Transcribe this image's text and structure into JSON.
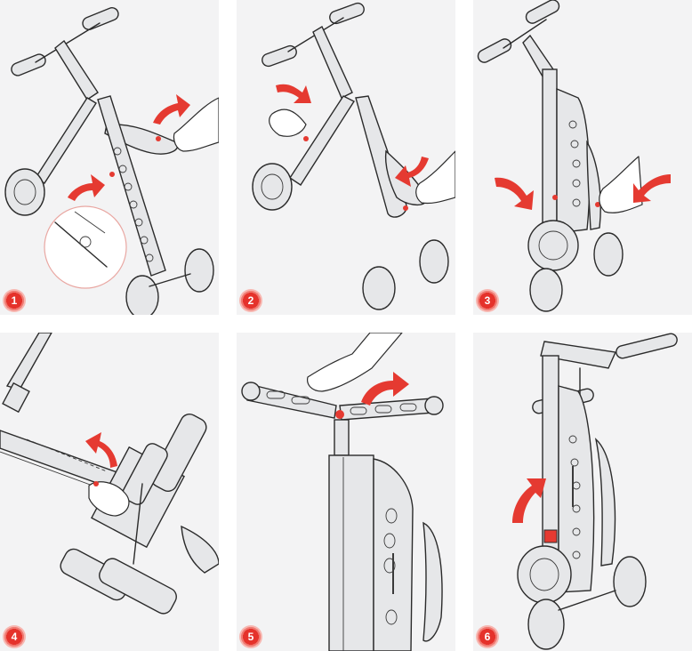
{
  "panels": [
    {
      "id": "p1",
      "number": "1",
      "caption_icon": "red-step-badge"
    },
    {
      "id": "p2",
      "number": "2",
      "caption_icon": "red-step-badge"
    },
    {
      "id": "p3",
      "number": "3",
      "caption_icon": "red-step-badge"
    },
    {
      "id": "p4",
      "number": "4",
      "caption_icon": "red-step-badge"
    },
    {
      "id": "p5",
      "number": "5",
      "caption_icon": "red-step-badge"
    },
    {
      "id": "p6",
      "number": "6",
      "caption_icon": "red-step-badge"
    }
  ],
  "colors": {
    "panel_bg": "#f3f3f4",
    "accent_red": "#e53a31",
    "line": "#2b2b2b"
  }
}
